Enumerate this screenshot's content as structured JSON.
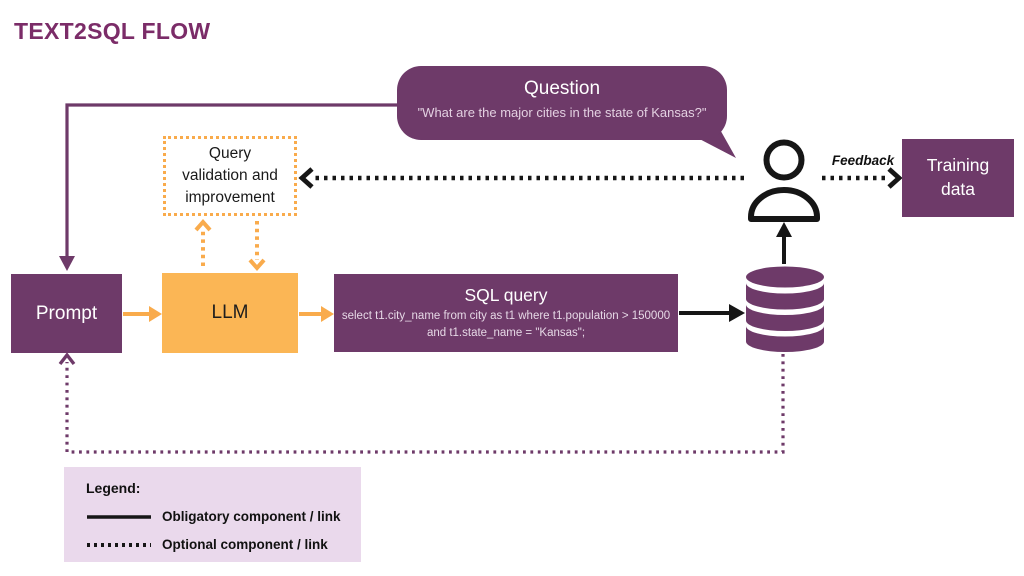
{
  "title": "TEXT2SQL FLOW",
  "bubble": {
    "title": "Question",
    "quote": "\"What are the major cities in the state of Kansas?\""
  },
  "boxes": {
    "validation": "Query validation and improvement",
    "prompt": "Prompt",
    "llm": "LLM",
    "sql_title": "SQL query",
    "sql_query": "select t1.city_name from city as t1 where t1.population > 150000 and t1.state_name = \"Kansas\";",
    "training": "Training data"
  },
  "labels": {
    "feedback": "Feedback"
  },
  "legend": {
    "title": "Legend:",
    "items": [
      {
        "style": "solid",
        "label": "Obligatory component / link"
      },
      {
        "style": "dotted",
        "label": "Optional component / link"
      }
    ]
  },
  "icons": {
    "database": "database-icon",
    "person": "user-icon",
    "speech_tail": "speech-bubble-tail"
  },
  "colors": {
    "purple": "#6e3a69",
    "title-purple": "#7b2c68",
    "orange": "#f9ab4c",
    "orange-fill": "#fbb655",
    "legend-bg": "#ead9ec",
    "bubble-subtext": "#e3d0e1",
    "sql-subtext": "#e6d8e6",
    "ink": "#161616"
  }
}
